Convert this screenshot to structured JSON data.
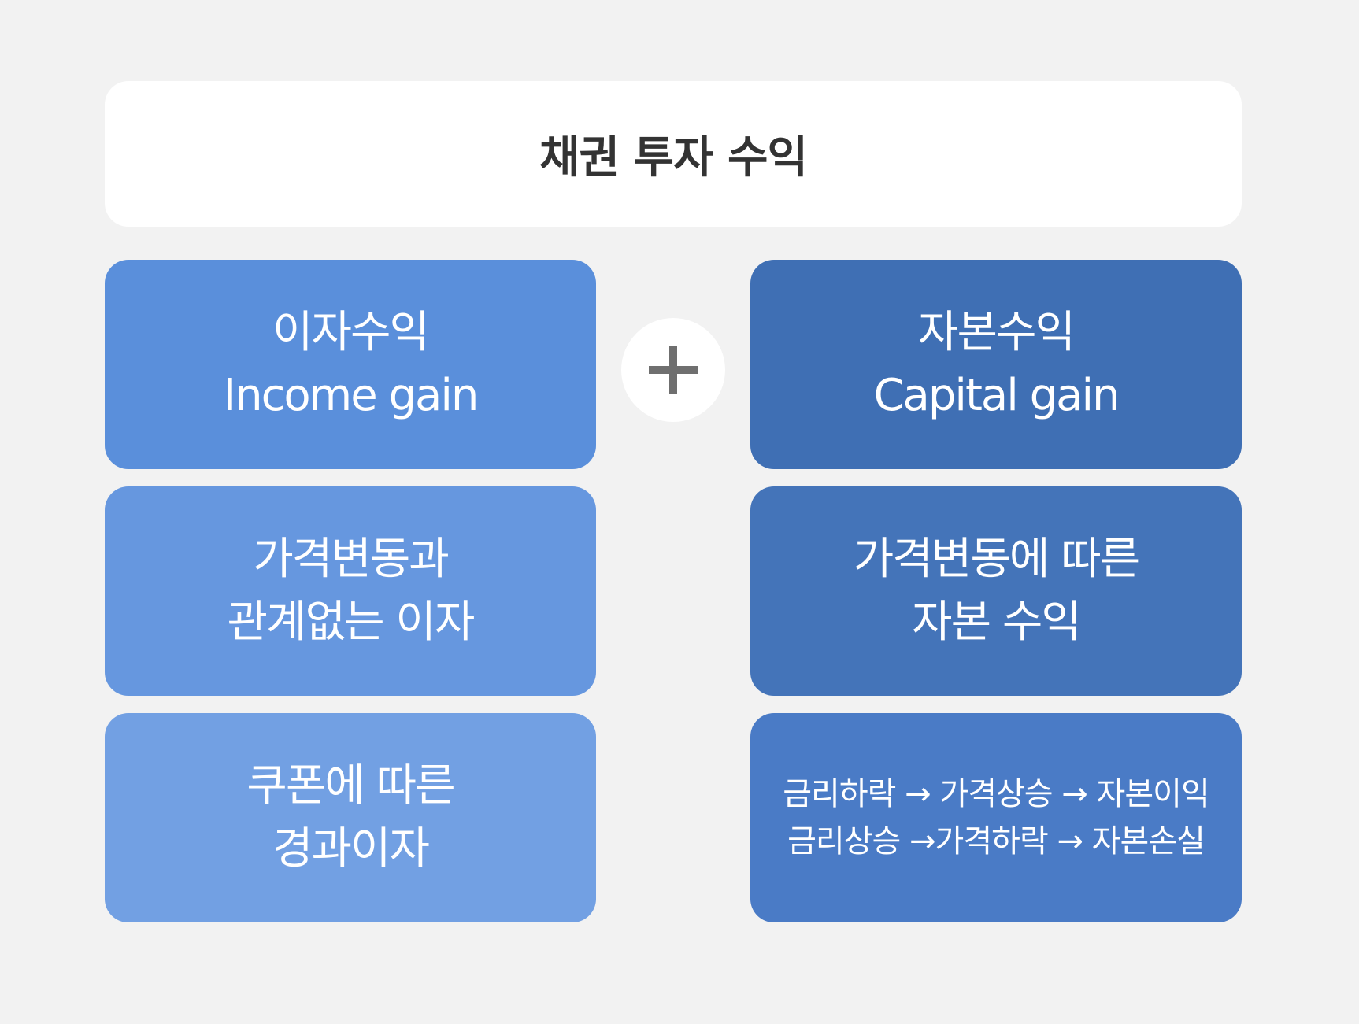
{
  "title": "채권 투자 수익",
  "plus_icon": "plus-icon",
  "colors": {
    "background": "#f2f2f2",
    "title_box": "#ffffff",
    "left_row1": "#5a8fdb",
    "left_row2": "#6697df",
    "left_row3": "#72a0e3",
    "right_row1": "#3f6fb4",
    "right_row2": "#4474b9",
    "right_row3": "#4a7bc6",
    "plus_icon": "#6f6f6f"
  },
  "left": {
    "header_ko": "이자수익",
    "header_en": "Income gain",
    "desc_line1": "가격변동과",
    "desc_line2": "관계없는 이자",
    "detail_line1": "쿠폰에 따른",
    "detail_line2": "경과이자"
  },
  "right": {
    "header_ko": "자본수익",
    "header_en": "Capital gain",
    "desc_line1": "가격변동에 따른",
    "desc_line2": "자본 수익",
    "detail_line1": "금리하락 → 가격상승 → 자본이익",
    "detail_line2": "금리상승 →가격하락 → 자본손실"
  }
}
